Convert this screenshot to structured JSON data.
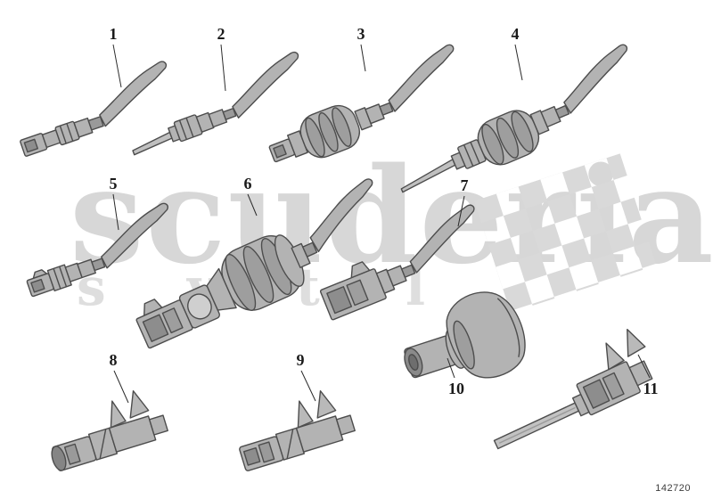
{
  "diagram": {
    "part_number": "142720",
    "items": [
      {
        "label": "1"
      },
      {
        "label": "2"
      },
      {
        "label": "3"
      },
      {
        "label": "4"
      },
      {
        "label": "5"
      },
      {
        "label": "6"
      },
      {
        "label": "7"
      },
      {
        "label": "8"
      },
      {
        "label": "9"
      },
      {
        "label": "10"
      },
      {
        "label": "11"
      }
    ],
    "watermark": {
      "text": "scuderia",
      "sub_letters": [
        "s",
        "v",
        "t",
        "l"
      ],
      "color": "#d7d7d7"
    },
    "colors": {
      "part_fill": "#b3b3b3",
      "part_stroke": "#4d4d4d",
      "part_dark": "#8d8d8d",
      "label_color": "#1a1a1a"
    }
  }
}
